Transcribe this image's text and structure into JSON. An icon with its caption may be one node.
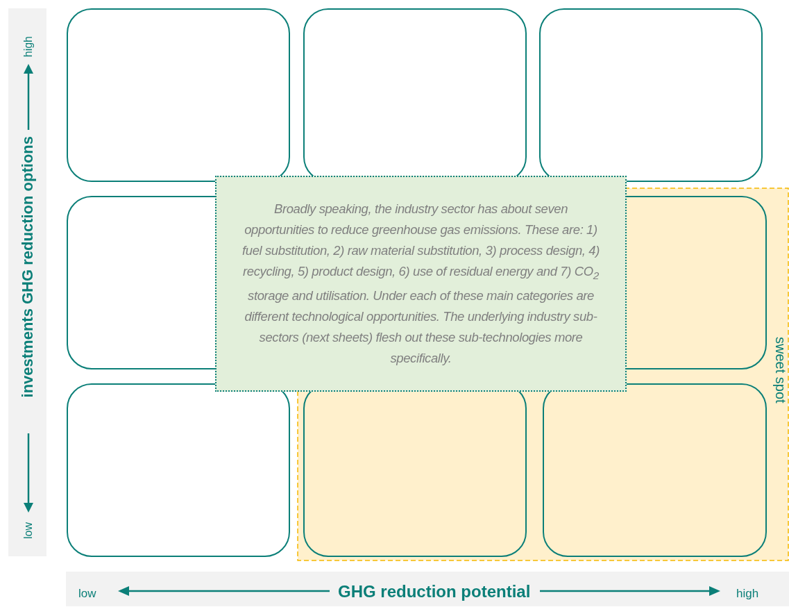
{
  "diagram": {
    "nodes": [
      {
        "text": [],
        "shape": "box"
      },
      {
        "text": [],
        "shape": "box"
      },
      {
        "text": [],
        "shape": "box"
      },
      {
        "text": [],
        "shape": "box"
      },
      {
        "text": [
          "sweet spot"
        ]
      },
      {
        "text": [],
        "shape": "box",
        "in": 4
      },
      {
        "text": [],
        "shape": "box"
      },
      {
        "text": [],
        "shape": "box",
        "in": 4
      },
      {
        "text": [],
        "shape": "box",
        "in": 4
      },
      {
        "text": [
          "Broadly speaking, the industry sector has about seven opportunities to reduce greenhouse gas emissions. These are: 1) fuel substitution, 2) raw material substitution, 3) process design, 4) recycling, 5) product design, 6) use of residual energy and 7) CO$_{2}$ storage and utilisation. Under each of these main categories are different technological opportunities. The underlying industry sub-sectors (next sheets) flesh out these sub-technologies more specifically."
        ]
      }
    ],
    "labels": [
      "high",
      "investments GHG reduction options",
      "low",
      "low",
      "GHG reduction potential",
      "high"
    ]
  }
}
